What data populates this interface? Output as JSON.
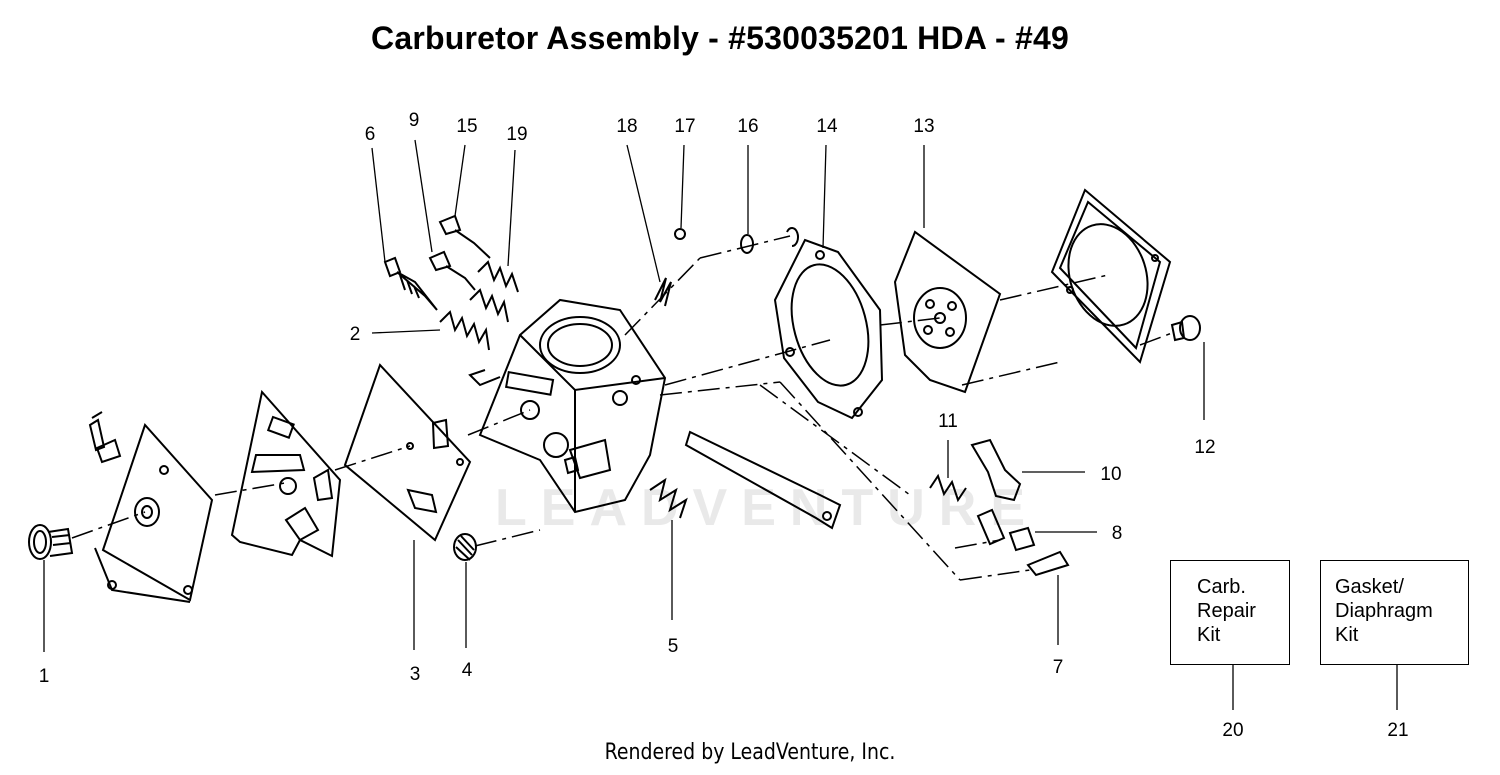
{
  "title": "Carburetor Assembly - #530035201 HDA - #49",
  "watermark": "LEADVENTURE",
  "footer": "Rendered by LeadVenture, Inc.",
  "callouts": [
    "1",
    "2",
    "3",
    "4",
    "5",
    "6",
    "7",
    "8",
    "9",
    "10",
    "11",
    "12",
    "13",
    "14",
    "15",
    "16",
    "17",
    "18",
    "19",
    "20",
    "21"
  ],
  "kits": [
    {
      "lines": [
        "Carb.",
        "Repair",
        "Kit"
      ]
    },
    {
      "lines": [
        "Gasket/",
        "Diaphragm",
        "Kit"
      ]
    }
  ]
}
